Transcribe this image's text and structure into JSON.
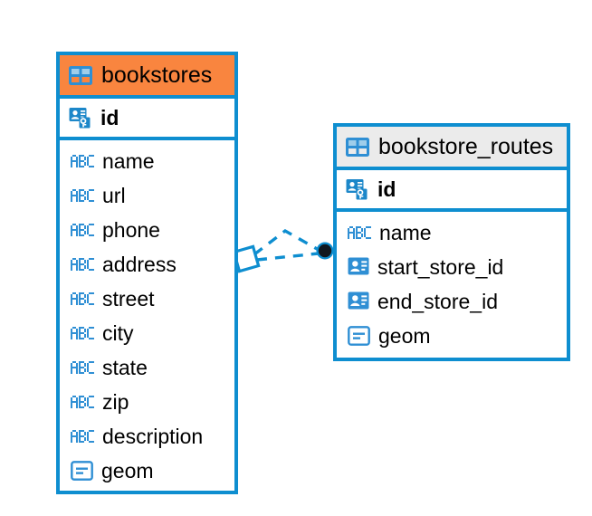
{
  "diagram": {
    "type": "entity-relationship-diagram",
    "background": "#ffffff",
    "accent_color": "#0e8ed0",
    "highlight_color": "#f9853f",
    "neutral_header_color": "#ebebeb"
  },
  "entities": [
    {
      "name": "bookstores",
      "header_style": "accent",
      "icon": "table-icon",
      "primary_key": {
        "label": "id",
        "icon": "primary-key-icon"
      },
      "fields": [
        {
          "label": "name",
          "icon": "text-field-icon"
        },
        {
          "label": "url",
          "icon": "text-field-icon"
        },
        {
          "label": "phone",
          "icon": "text-field-icon"
        },
        {
          "label": "address",
          "icon": "text-field-icon"
        },
        {
          "label": "street",
          "icon": "text-field-icon"
        },
        {
          "label": "city",
          "icon": "text-field-icon"
        },
        {
          "label": "state",
          "icon": "text-field-icon"
        },
        {
          "label": "zip",
          "icon": "text-field-icon"
        },
        {
          "label": "description",
          "icon": "text-field-icon"
        },
        {
          "label": "geom",
          "icon": "geometry-field-icon"
        }
      ]
    },
    {
      "name": "bookstore_routes",
      "header_style": "neutral",
      "icon": "table-icon",
      "primary_key": {
        "label": "id",
        "icon": "primary-key-icon"
      },
      "fields": [
        {
          "label": "name",
          "icon": "text-field-icon"
        },
        {
          "label": "start_store_id",
          "icon": "foreign-key-icon"
        },
        {
          "label": "end_store_id",
          "icon": "foreign-key-icon"
        },
        {
          "label": "geom",
          "icon": "geometry-field-icon"
        }
      ]
    }
  ],
  "relationship": {
    "from": "bookstores",
    "to": "bookstore_routes",
    "line_style": "dashed",
    "source_marker": "open-diamond",
    "target_marker": "filled-circle",
    "color": "#0e8ed0"
  }
}
